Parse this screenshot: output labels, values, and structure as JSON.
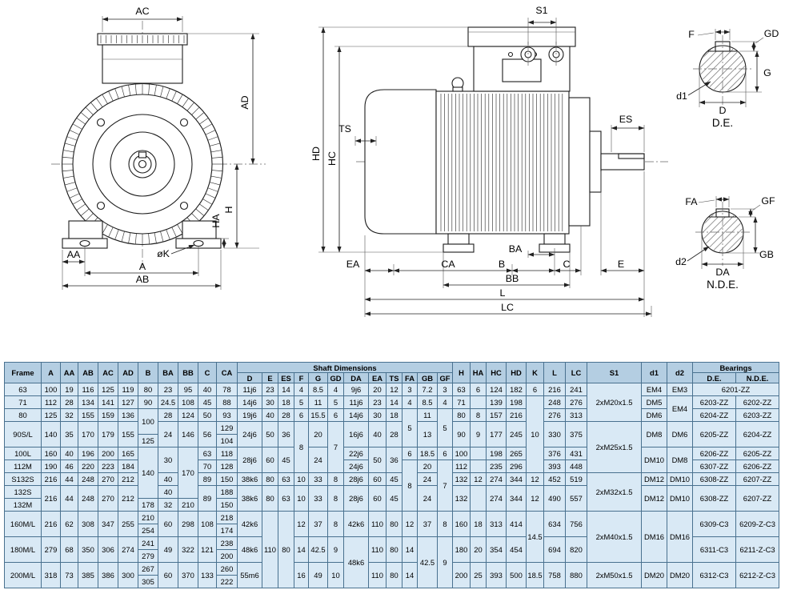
{
  "colors": {
    "table_header_bg": "#b4cee2",
    "table_body_bg": "#d9e9f5",
    "table_border": "#49718f"
  },
  "diagrams": {
    "front_view": {
      "labels": {
        "ac": "AC",
        "ad": "AD",
        "h": "H",
        "ha": "HA",
        "aa": "AA",
        "a": "A",
        "ab": "AB",
        "k": "øK"
      }
    },
    "side_view": {
      "labels": {
        "s1": "S1",
        "ts": "TS",
        "hd": "HD",
        "hc": "HC",
        "es": "ES",
        "ea": "EA",
        "ca": "CA",
        "ba": "BA",
        "b": "B",
        "c": "C",
        "e": "E",
        "bb": "BB",
        "l": "L",
        "lc": "LC"
      }
    },
    "drive_end": {
      "caption": "D.E.",
      "labels": {
        "f": "F",
        "gd": "GD",
        "g": "G",
        "d1": "d1",
        "d": "D"
      }
    },
    "non_drive_end": {
      "caption": "N.D.E.",
      "labels": {
        "fa": "FA",
        "gf": "GF",
        "gb": "GB",
        "d2": "d2",
        "da": "DA"
      }
    }
  },
  "table": {
    "header_rows": [
      [
        {
          "t": "Frame",
          "r": 2
        },
        {
          "t": "A",
          "r": 2
        },
        {
          "t": "AA",
          "r": 2
        },
        {
          "t": "AB",
          "r": 2
        },
        {
          "t": "AC",
          "r": 2
        },
        {
          "t": "AD",
          "r": 2
        },
        {
          "t": "B",
          "r": 2
        },
        {
          "t": "BA",
          "r": 2
        },
        {
          "t": "BB",
          "r": 2
        },
        {
          "t": "C",
          "r": 2
        },
        {
          "t": "CA",
          "r": 2
        },
        {
          "t": "Shaft Dimensions",
          "c": 12
        },
        {
          "t": "H",
          "r": 2
        },
        {
          "t": "HA",
          "r": 2
        },
        {
          "t": "HC",
          "r": 2
        },
        {
          "t": "HD",
          "r": 2
        },
        {
          "t": "K",
          "r": 2
        },
        {
          "t": "L",
          "r": 2
        },
        {
          "t": "LC",
          "r": 2
        },
        {
          "t": "S1",
          "r": 2
        },
        {
          "t": "d1",
          "r": 2
        },
        {
          "t": "d2",
          "r": 2
        },
        {
          "t": "Bearings",
          "c": 2
        }
      ],
      [
        "D",
        "E",
        "ES",
        "F",
        "G",
        "GD",
        "DA",
        "EA",
        "TS",
        "FA",
        "GB",
        "GF",
        "D.E.",
        "N.D.E."
      ]
    ],
    "rows": [
      [
        "63",
        "100",
        "19",
        "116",
        "125",
        "119",
        "80",
        "23",
        "95",
        "40",
        "78",
        "11j6",
        "23",
        "14",
        "4",
        "8.5",
        "4",
        "9j6",
        "20",
        "12",
        "3",
        "7.2",
        "3",
        "63",
        "6",
        "124",
        "182",
        "6",
        "216",
        "241",
        {
          "t": "2xM20x1.5",
          "r": 3
        },
        "EM4",
        "EM3",
        {
          "t": "6201-ZZ",
          "c": 2
        }
      ],
      [
        "71",
        "112",
        "28",
        "134",
        "141",
        "127",
        "90",
        "24.5",
        "108",
        "45",
        "88",
        "14j6",
        "30",
        "18",
        "5",
        "11",
        "5",
        "11j6",
        "23",
        "14",
        "4",
        "8.5",
        "4",
        "71",
        "",
        "139",
        "198",
        {
          "t": "10",
          "r": 6
        },
        "248",
        "276",
        "DM5",
        {
          "t": "EM4",
          "r": 2
        },
        "6203-ZZ",
        "6202-ZZ"
      ],
      [
        "80",
        "125",
        "32",
        "155",
        "159",
        "136",
        {
          "t": "100",
          "r": 2
        },
        "28",
        "124",
        "50",
        "93",
        "19j6",
        "40",
        "28",
        "6",
        "15.5",
        "6",
        "14j6",
        "30",
        "18",
        {
          "t": "5",
          "r": 3
        },
        "11",
        {
          "t": "5",
          "r": 3
        },
        "80",
        "8",
        "157",
        "216",
        "276",
        "313",
        "DM6",
        "6204-ZZ",
        "6203-ZZ"
      ],
      [
        {
          "t": "90S/L",
          "r": 2
        },
        {
          "t": "140",
          "r": 2
        },
        {
          "t": "35",
          "r": 2
        },
        {
          "t": "170",
          "r": 2
        },
        {
          "t": "179",
          "r": 2
        },
        {
          "t": "155",
          "r": 2
        },
        {
          "t": "24",
          "r": 2
        },
        {
          "t": "146",
          "r": 2
        },
        {
          "t": "56",
          "r": 2
        },
        "129",
        {
          "t": "24j6",
          "r": 2
        },
        {
          "t": "50",
          "r": 2
        },
        {
          "t": "36",
          "r": 2
        },
        {
          "t": "8",
          "r": 4
        },
        {
          "t": "20",
          "r": 2
        },
        {
          "t": "7",
          "r": 4
        },
        {
          "t": "16j6",
          "r": 2
        },
        {
          "t": "40",
          "r": 2
        },
        {
          "t": "28",
          "r": 2
        },
        {
          "t": "13",
          "r": 2
        },
        {
          "t": "90",
          "r": 2
        },
        {
          "t": "9",
          "r": 2
        },
        {
          "t": "177",
          "r": 2
        },
        {
          "t": "245",
          "r": 2
        },
        {
          "t": "330",
          "r": 2
        },
        {
          "t": "375",
          "r": 2
        },
        {
          "t": "2xM25x1.5",
          "r": 4
        },
        {
          "t": "DM8",
          "r": 2
        },
        {
          "t": "DM6",
          "r": 2
        },
        {
          "t": "6205-ZZ",
          "r": 2
        },
        {
          "t": "6204-ZZ",
          "r": 2
        }
      ],
      [
        "125",
        "104"
      ],
      [
        "100L",
        "160",
        "40",
        "196",
        "200",
        "165",
        {
          "t": "140",
          "r": 4
        },
        {
          "t": "30",
          "r": 2
        },
        {
          "t": "170",
          "r": 4
        },
        "63",
        "118",
        {
          "t": "28j6",
          "r": 2
        },
        {
          "t": "60",
          "r": 2
        },
        {
          "t": "45",
          "r": 2
        },
        {
          "t": "24",
          "r": 2
        },
        "22j6",
        {
          "t": "50",
          "r": 2
        },
        {
          "t": "36",
          "r": 2
        },
        "6",
        "18.5",
        "6",
        "100",
        "",
        "198",
        "265",
        "376",
        "431",
        {
          "t": "DM10",
          "r": 2
        },
        {
          "t": "DM8",
          "r": 2
        },
        "6206-ZZ",
        "6205-ZZ"
      ],
      [
        "112M",
        "190",
        "46",
        "220",
        "223",
        "184",
        "70",
        "128",
        "24j6",
        {
          "t": "8",
          "r": 4
        },
        "20",
        {
          "t": "7",
          "r": 4
        },
        "112",
        "",
        "235",
        "296",
        "393",
        "448",
        "6307-ZZ",
        "6206-ZZ"
      ],
      [
        "S132S",
        "216",
        "44",
        "248",
        "270",
        "212",
        "40",
        "89",
        "150",
        "38k6",
        "80",
        "63",
        "10",
        "33",
        "8",
        "28j6",
        "60",
        "45",
        "24",
        "132",
        "12",
        "274",
        "344",
        "12",
        "452",
        "519",
        {
          "t": "2xM32x1.5",
          "r": 3
        },
        "DM12",
        "DM10",
        "6308-ZZ",
        "6207-ZZ"
      ],
      [
        "132S",
        {
          "t": "216",
          "r": 2
        },
        {
          "t": "44",
          "r": 2
        },
        {
          "t": "248",
          "r": 2
        },
        {
          "t": "270",
          "r": 2
        },
        {
          "t": "212",
          "r": 2
        },
        "40",
        {
          "t": "89",
          "r": 2
        },
        "188",
        {
          "t": "38k6",
          "r": 2
        },
        {
          "t": "80",
          "r": 2
        },
        {
          "t": "63",
          "r": 2
        },
        {
          "t": "10",
          "r": 2
        },
        {
          "t": "33",
          "r": 2
        },
        {
          "t": "8",
          "r": 2
        },
        {
          "t": "28j6",
          "r": 2
        },
        {
          "t": "60",
          "r": 2
        },
        {
          "t": "45",
          "r": 2
        },
        {
          "t": "24",
          "r": 2
        },
        {
          "t": "132",
          "r": 2
        },
        {
          "t": "",
          "r": 2
        },
        {
          "t": "274",
          "r": 2
        },
        {
          "t": "344",
          "r": 2
        },
        {
          "t": "12",
          "r": 2
        },
        {
          "t": "490",
          "r": 2
        },
        {
          "t": "557",
          "r": 2
        },
        {
          "t": "DM12",
          "r": 2
        },
        {
          "t": "DM10",
          "r": 2
        },
        {
          "t": "6308-ZZ",
          "r": 2
        },
        {
          "t": "6207-ZZ",
          "r": 2
        }
      ],
      [
        "132M",
        "178",
        "32",
        "210",
        "150"
      ],
      [
        {
          "t": "160M/L",
          "r": 2
        },
        {
          "t": "216",
          "r": 2
        },
        {
          "t": "62",
          "r": 2
        },
        {
          "t": "308",
          "r": 2
        },
        {
          "t": "347",
          "r": 2
        },
        {
          "t": "255",
          "r": 2
        },
        "210",
        {
          "t": "60",
          "r": 2
        },
        {
          "t": "298",
          "r": 2
        },
        {
          "t": "108",
          "r": 2
        },
        "218",
        {
          "t": "42k6",
          "r": 2
        },
        {
          "t": "110",
          "r": 6
        },
        {
          "t": "80",
          "r": 6
        },
        {
          "t": "12",
          "r": 2
        },
        {
          "t": "37",
          "r": 2
        },
        {
          "t": "8",
          "r": 2
        },
        {
          "t": "42k6",
          "r": 2
        },
        {
          "t": "110",
          "r": 2
        },
        {
          "t": "80",
          "r": 2
        },
        {
          "t": "12",
          "r": 2
        },
        {
          "t": "37",
          "r": 2
        },
        {
          "t": "8",
          "r": 2
        },
        {
          "t": "160",
          "r": 2
        },
        {
          "t": "18",
          "r": 2
        },
        {
          "t": "313",
          "r": 2
        },
        {
          "t": "414",
          "r": 2
        },
        {
          "t": "14.5",
          "r": 4
        },
        {
          "t": "634",
          "r": 2
        },
        {
          "t": "756",
          "r": 2
        },
        {
          "t": "2xM40x1.5",
          "r": 4
        },
        {
          "t": "DM16",
          "r": 4
        },
        {
          "t": "DM16",
          "r": 4
        },
        {
          "t": "6309-C3",
          "r": 2
        },
        {
          "t": "6209-Z-C3",
          "r": 2
        }
      ],
      [
        "254",
        "174"
      ],
      [
        {
          "t": "180M/L",
          "r": 2
        },
        {
          "t": "279",
          "r": 2
        },
        {
          "t": "68",
          "r": 2
        },
        {
          "t": "350",
          "r": 2
        },
        {
          "t": "306",
          "r": 2
        },
        {
          "t": "274",
          "r": 2
        },
        "241",
        {
          "t": "49",
          "r": 2
        },
        {
          "t": "322",
          "r": 2
        },
        {
          "t": "121",
          "r": 2
        },
        "238",
        {
          "t": "48k6",
          "r": 2
        },
        {
          "t": "14",
          "r": 2
        },
        {
          "t": "42.5",
          "r": 2
        },
        {
          "t": "9",
          "r": 2
        },
        {
          "t": "48k6",
          "r": 4
        },
        {
          "t": "110",
          "r": 2
        },
        {
          "t": "80",
          "r": 2
        },
        {
          "t": "14",
          "r": 2
        },
        {
          "t": "42.5",
          "r": 4
        },
        {
          "t": "9",
          "r": 4
        },
        {
          "t": "180",
          "r": 2
        },
        {
          "t": "20",
          "r": 2
        },
        {
          "t": "354",
          "r": 2
        },
        {
          "t": "454",
          "r": 2
        },
        {
          "t": "694",
          "r": 2
        },
        {
          "t": "820",
          "r": 2
        },
        {
          "t": "6311-C3",
          "r": 2
        },
        {
          "t": "6211-Z-C3",
          "r": 2
        }
      ],
      [
        "279",
        "200"
      ],
      [
        {
          "t": "200M/L",
          "r": 2
        },
        {
          "t": "318",
          "r": 2
        },
        {
          "t": "73",
          "r": 2
        },
        {
          "t": "385",
          "r": 2
        },
        {
          "t": "386",
          "r": 2
        },
        {
          "t": "300",
          "r": 2
        },
        "267",
        {
          "t": "60",
          "r": 2
        },
        {
          "t": "370",
          "r": 2
        },
        {
          "t": "133",
          "r": 2
        },
        "260",
        {
          "t": "55m6",
          "r": 2
        },
        {
          "t": "16",
          "r": 2
        },
        {
          "t": "49",
          "r": 2
        },
        {
          "t": "10",
          "r": 2
        },
        {
          "t": "110",
          "r": 2
        },
        {
          "t": "80",
          "r": 2
        },
        {
          "t": "14",
          "r": 2
        },
        {
          "t": "200",
          "r": 2
        },
        {
          "t": "25",
          "r": 2
        },
        {
          "t": "393",
          "r": 2
        },
        {
          "t": "500",
          "r": 2
        },
        {
          "t": "18.5",
          "r": 2
        },
        {
          "t": "758",
          "r": 2
        },
        {
          "t": "880",
          "r": 2
        },
        {
          "t": "2xM50x1.5",
          "r": 2
        },
        {
          "t": "DM20",
          "r": 2
        },
        {
          "t": "DM20",
          "r": 2
        },
        {
          "t": "6312-C3",
          "r": 2
        },
        {
          "t": "6212-Z-C3",
          "r": 2
        }
      ],
      [
        "305",
        "222"
      ]
    ]
  }
}
